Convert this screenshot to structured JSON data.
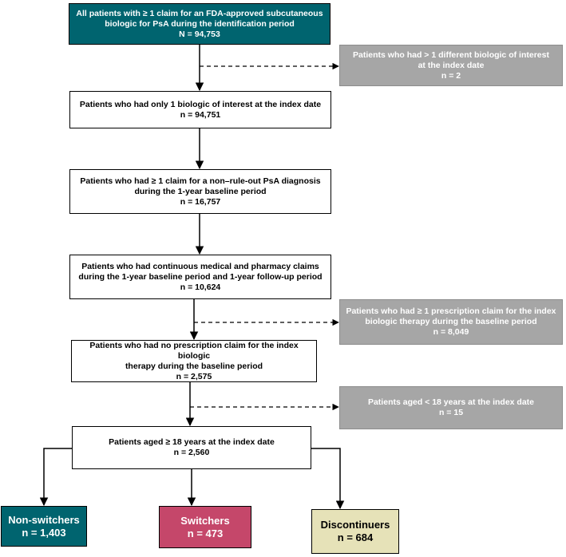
{
  "colors": {
    "top_box": "#00646f",
    "exclusion_box": "#a6a6a6",
    "non_switchers": "#00646f",
    "switchers": "#c5476a",
    "discontinuers": "#e6e2b8"
  },
  "steps": {
    "s1": {
      "line1": "All patients with ≥ 1 claim for an FDA-approved subcutaneous",
      "line2": "biologic for PsA during the identification period",
      "count": "N = 94,753"
    },
    "s2": {
      "line1": "Patients who had only 1 biologic of interest at the index date",
      "count": "n = 94,751"
    },
    "s3": {
      "line1": "Patients who had ≥ 1 claim for a non–rule-out PsA diagnosis",
      "line2": "during the 1-year baseline period",
      "count": "n = 16,757"
    },
    "s4": {
      "line1": "Patients who had continuous medical and pharmacy claims",
      "line2": "during the 1-year baseline period and 1-year follow-up period",
      "count": "n = 10,624"
    },
    "s5": {
      "line1": "Patients who had no prescription claim for the index biologic",
      "line2": "therapy during the baseline period",
      "count": "n = 2,575"
    },
    "s6": {
      "line1": "Patients aged ≥ 18 years at the index date",
      "count": "n = 2,560"
    }
  },
  "exclusions": {
    "e1": {
      "line1": "Patients who had > 1 different biologic of interest",
      "line2": "at the index date",
      "count": "n = 2"
    },
    "e2": {
      "line1": "Patients who had ≥ 1 prescription claim for the index",
      "line2": "biologic therapy during the baseline period",
      "count": "n = 8,049"
    },
    "e3": {
      "line1": "Patients aged < 18 years at the index date",
      "count": "n = 15"
    }
  },
  "outcomes": {
    "non_switchers": {
      "label": "Non-switchers",
      "count": "n = 1,403"
    },
    "switchers": {
      "label": "Switchers",
      "count": "n = 473"
    },
    "discontinuers": {
      "label": "Discontinuers",
      "count": "n = 684"
    }
  }
}
